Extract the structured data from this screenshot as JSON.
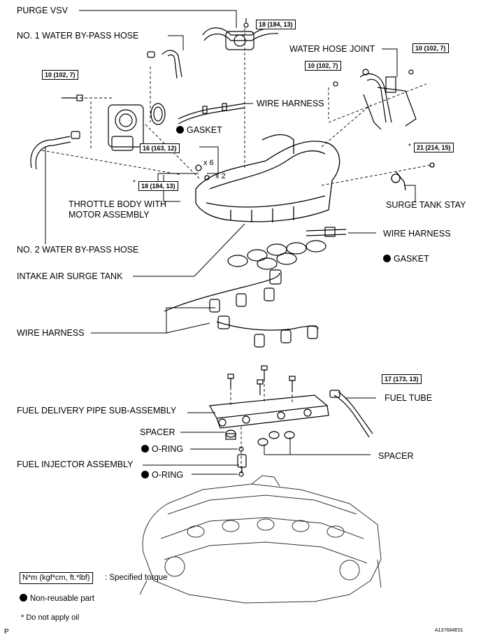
{
  "labels": {
    "purge_vsv": "PURGE VSV",
    "no1_water_bypass_hose": "NO. 1 WATER BY-PASS HOSE",
    "water_hose_joint": "WATER HOSE JOINT",
    "wire_harness_1": "WIRE HARNESS",
    "gasket_1": "GASKET",
    "throttle_body_line1": "THROTTLE BODY WITH",
    "throttle_body_line2": "MOTOR ASSEMBLY",
    "surge_tank_stay": "SURGE TANK STAY",
    "wire_harness_2": "WIRE HARNESS",
    "no2_water_bypass_hose": "NO. 2 WATER BY-PASS HOSE",
    "gasket_2": "GASKET",
    "intake_air_surge_tank": "INTAKE AIR SURGE TANK",
    "wire_harness_3": "WIRE HARNESS",
    "fuel_delivery_pipe": "FUEL DELIVERY PIPE SUB-ASSEMBLY",
    "fuel_tube": "FUEL TUBE",
    "spacer_1": "SPACER",
    "o_ring_1": "O-RING",
    "spacer_2": "SPACER",
    "fuel_injector_assembly": "FUEL INJECTOR ASSEMBLY",
    "o_ring_2": "O-RING"
  },
  "torques": {
    "t_18_top": "18 (184, 13)",
    "t_10_right_upper": "10 (102, 7)",
    "t_10_left": "10 (102, 7)",
    "t_10_right_lower": "10 (102, 7)",
    "t_16": "16 (163, 12)",
    "t_21": "21 (214, 15)",
    "t_18_mid": "18 (184, 13)",
    "t_17": "17 (173, 13)"
  },
  "marks": {
    "star": "*",
    "x6": "x 6",
    "x2": "x 2"
  },
  "legend": {
    "torque_box": "N*m (kgf*cm, ft.*lbf)",
    "torque_desc": ": Specified torque",
    "nonreusable": "Non-reusable part",
    "no_oil": "* Do not apply oil"
  },
  "footer": {
    "page_letter": "P",
    "figure_id": "A137684E01"
  }
}
